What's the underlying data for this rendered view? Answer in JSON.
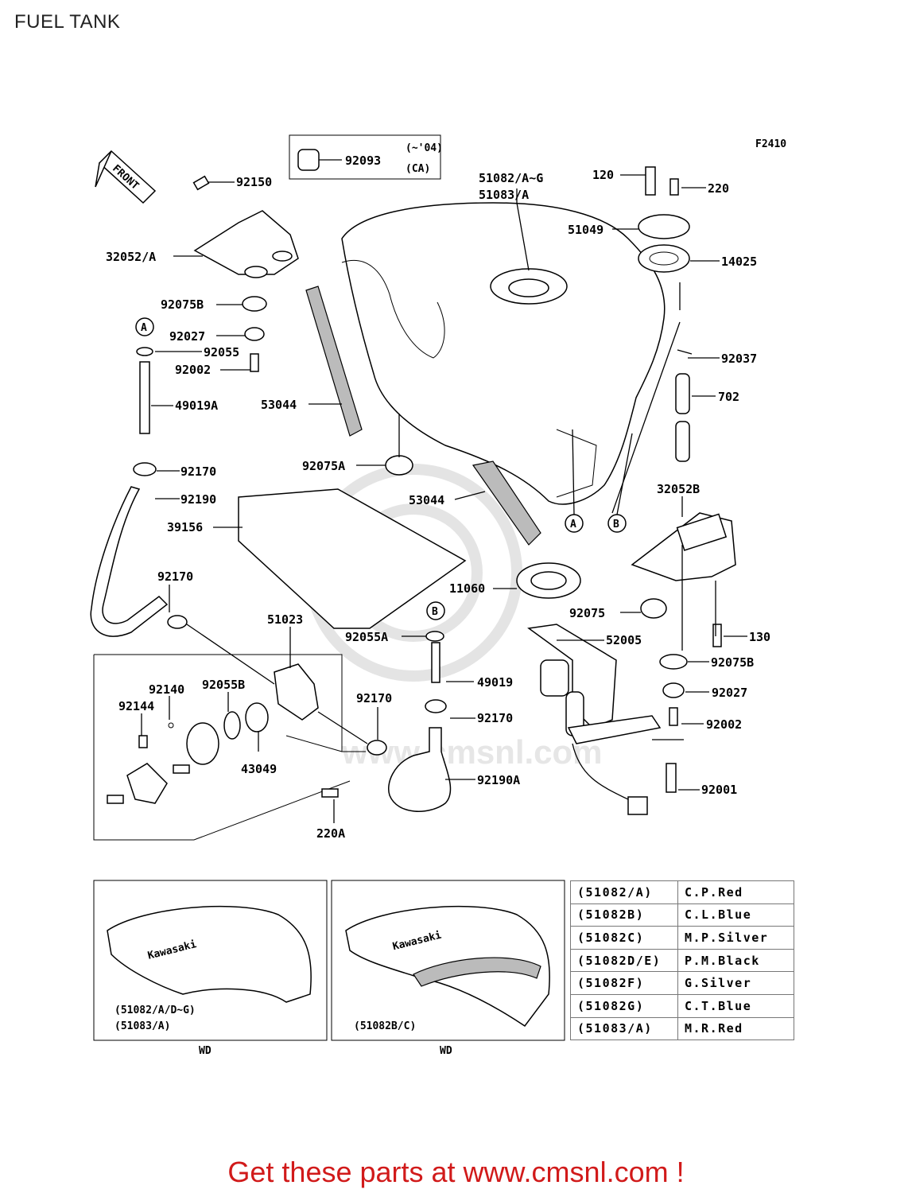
{
  "title": "FUEL TANK",
  "figure_code": "F2410",
  "front_label": "FRONT",
  "note_box": {
    "part": "92093",
    "years": "(~'04)",
    "region": "(CA)"
  },
  "callouts": {
    "A": "A",
    "B": "B"
  },
  "parts": [
    "92150",
    "32052/A",
    "92075B",
    "92027",
    "92055",
    "92002",
    "49019A",
    "92170",
    "92190",
    "39156",
    "53044",
    "92075A",
    "51082/A~G",
    "51083/A",
    "120",
    "220",
    "51049",
    "14025",
    "92037",
    "702",
    "32052B",
    "92075",
    "130",
    "11060",
    "92055A",
    "49019",
    "52005",
    "92027",
    "92002",
    "92001",
    "51023",
    "92140",
    "92144",
    "92055B",
    "43049",
    "220A",
    "92190A",
    "92075B",
    "92170",
    "92170",
    "53044"
  ],
  "variants": [
    {
      "label_line1": "(51082/A/D~G)",
      "label_line2": "(51083/A)",
      "tag": "WD"
    },
    {
      "label_line1": "(51082B/C)",
      "label_line2": "",
      "tag": "WD"
    }
  ],
  "color_table": [
    {
      "code": "(51082/A)",
      "color": "C.P.Red"
    },
    {
      "code": "(51082B)",
      "color": "C.L.Blue"
    },
    {
      "code": "(51082C)",
      "color": "M.P.Silver"
    },
    {
      "code": "(51082D/E)",
      "color": "P.M.Black"
    },
    {
      "code": "(51082F)",
      "color": "G.Silver"
    },
    {
      "code": "(51082G)",
      "color": "C.T.Blue"
    },
    {
      "code": "(51083/A)",
      "color": "M.R.Red"
    }
  ],
  "footer": "Get these parts at www.cmsnl.com !",
  "colors": {
    "footer": "#d11a1a",
    "line": "#000000",
    "watermark": "#e4e4e4"
  }
}
